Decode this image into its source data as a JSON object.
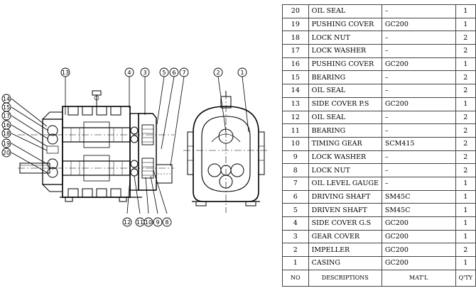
{
  "diagram": {
    "callouts_top": [
      "13",
      "4",
      "3",
      "5",
      "6",
      "7",
      "2",
      "1"
    ],
    "callouts_left": [
      "14",
      "15",
      "17",
      "16",
      "18",
      "19",
      "20"
    ],
    "callouts_bottom": [
      "12",
      "11",
      "10",
      "9",
      "8"
    ]
  },
  "table": {
    "header": {
      "no": "NO",
      "desc": "DESCRIPTIONS",
      "mat": "MAT'L",
      "qty": "Q'TY"
    },
    "rows": [
      {
        "no": "20",
        "desc": "OIL SEAL",
        "mat": "–",
        "qty": "1"
      },
      {
        "no": "19",
        "desc": "PUSHING COVER",
        "mat": "GC200",
        "qty": "1"
      },
      {
        "no": "18",
        "desc": "LOCK NUT",
        "mat": "–",
        "qty": "2"
      },
      {
        "no": "17",
        "desc": "LOCK WASHER",
        "mat": "–",
        "qty": "2"
      },
      {
        "no": "16",
        "desc": "PUSHING COVER",
        "mat": "GC200",
        "qty": "1"
      },
      {
        "no": "15",
        "desc": "BEARING",
        "mat": "–",
        "qty": "2"
      },
      {
        "no": "14",
        "desc": "OIL SEAL",
        "mat": "–",
        "qty": "2"
      },
      {
        "no": "13",
        "desc": "SIDE COVER P.S",
        "mat": "GC200",
        "qty": "1"
      },
      {
        "no": "12",
        "desc": "OIL SEAL",
        "mat": "–",
        "qty": "2"
      },
      {
        "no": "11",
        "desc": "BEARING",
        "mat": "–",
        "qty": "2"
      },
      {
        "no": "10",
        "desc": "TIMING GEAR",
        "mat": "SCM415",
        "qty": "2"
      },
      {
        "no": "9",
        "desc": "LOCK WASHER",
        "mat": "–",
        "qty": "2"
      },
      {
        "no": "8",
        "desc": "LOCK NUT",
        "mat": "–",
        "qty": "2"
      },
      {
        "no": "7",
        "desc": "OIL LEVEL GAUGE",
        "mat": "–",
        "qty": "1"
      },
      {
        "no": "6",
        "desc": "DRIVING SHAFT",
        "mat": "SM45C",
        "qty": "1"
      },
      {
        "no": "5",
        "desc": "DRIVEN SHAFT",
        "mat": "SM45C",
        "qty": "1"
      },
      {
        "no": "4",
        "desc": "SIDE COVER G.S",
        "mat": "GC200",
        "qty": "1"
      },
      {
        "no": "3",
        "desc": "GEAR COVER",
        "mat": "GC200",
        "qty": "1"
      },
      {
        "no": "2",
        "desc": "IMPELLER",
        "mat": "GC200",
        "qty": "2"
      },
      {
        "no": "1",
        "desc": "CASING",
        "mat": "GC200",
        "qty": "1"
      }
    ]
  }
}
